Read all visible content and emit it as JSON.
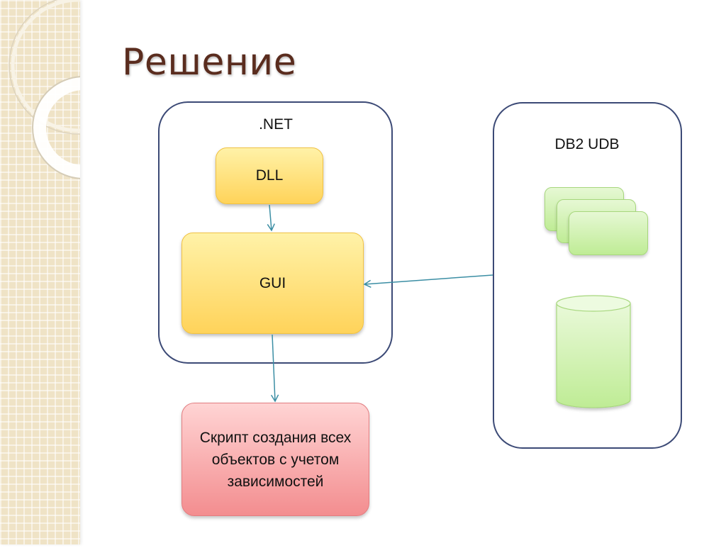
{
  "slide": {
    "title": "Решение"
  },
  "diagram": {
    "net_container": {
      "label": ".NET"
    },
    "dll": {
      "label": "DLL"
    },
    "gui": {
      "label": "GUI"
    },
    "script": {
      "label": "Скрипт создания всех объектов с учетом зависимостей"
    },
    "db_container": {
      "label": "DB2 UDB"
    },
    "table_card_count": 3,
    "database_cylinder_count": 1,
    "colors": {
      "frame_border": "#3c4a76",
      "yellow_box": "#ffd35a",
      "red_box": "#f38d8f",
      "green_shape": "#bfec95",
      "connector": "#3b8ea4",
      "title": "#5a2c1e"
    },
    "connectors": [
      {
        "from": "DLL",
        "to": "GUI"
      },
      {
        "from": "GUI",
        "to": "Скрипт создания всех объектов с учетом зависимостей"
      },
      {
        "from": "DB2 UDB",
        "to": "GUI"
      }
    ]
  }
}
